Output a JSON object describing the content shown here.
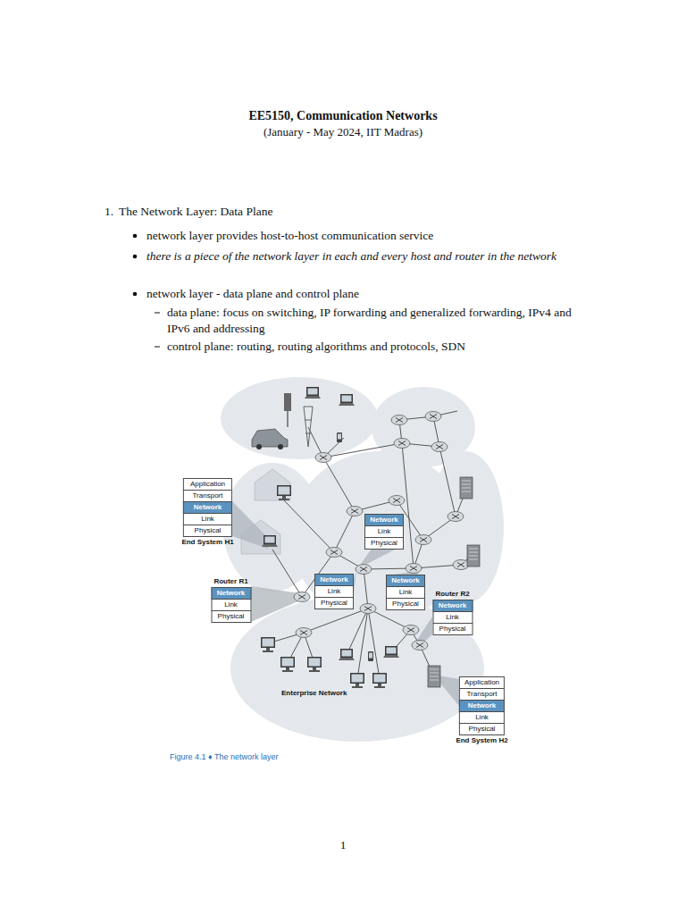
{
  "diagram": {
    "title": "EE5150, Communication Networks",
    "caption": "Figure 4.1 ♦ The network layer",
    "nodes": [
      {
        "text": [
          "End System H1"
        ]
      },
      {
        "text": [
          "Application"
        ],
        "in": 0
      },
      {
        "text": [
          "Transport"
        ],
        "in": 0
      },
      {
        "text": [
          "Network"
        ],
        "in": 0
      },
      {
        "text": [
          "Link"
        ],
        "in": 0
      },
      {
        "text": [
          "Physical"
        ],
        "in": 0
      },
      {
        "text": [
          "Network"
        ]
      },
      {
        "text": [
          "Link"
        ]
      },
      {
        "text": [
          "Physical"
        ]
      },
      {
        "text": [
          "Router R1"
        ]
      },
      {
        "text": [
          "Network"
        ],
        "in": 9
      },
      {
        "text": [
          "Link"
        ],
        "in": 9
      },
      {
        "text": [
          "Physical"
        ],
        "in": 9
      },
      {
        "text": [
          "Network"
        ]
      },
      {
        "text": [
          "Link"
        ]
      },
      {
        "text": [
          "Physical"
        ]
      },
      {
        "text": [
          "Network"
        ]
      },
      {
        "text": [
          "Link"
        ]
      },
      {
        "text": [
          "Physical"
        ]
      },
      {
        "text": [
          "Router R2"
        ]
      },
      {
        "text": [
          "Network"
        ],
        "in": 19
      },
      {
        "text": [
          "Link"
        ],
        "in": 19
      },
      {
        "text": [
          "Physical"
        ],
        "in": 19
      },
      {
        "text": [
          "End System H2"
        ]
      },
      {
        "text": [
          "Application"
        ],
        "in": 23
      },
      {
        "text": [
          "Transport"
        ],
        "in": 23
      },
      {
        "text": [
          "Network"
        ],
        "in": 23
      },
      {
        "text": [
          "Link"
        ],
        "in": 23
      },
      {
        "text": [
          "Physical"
        ],
        "in": 23
      }
    ],
    "labels": [
      "(January - May 2024, IIT Madras)",
      "1.",
      "The Network Layer: Data Plane",
      "network layer provides host-to-host communication service",
      "there is a piece of the network layer in each and every host and router in the network",
      "network layer - data plane and control plane",
      "data plane: focus on switching, IP forwarding and generalized forwarding, IPv4 and IPv6 and addressing",
      "control plane: routing, routing algorithms and protocols, SDN",
      "Enterprise Network",
      "1"
    ]
  }
}
